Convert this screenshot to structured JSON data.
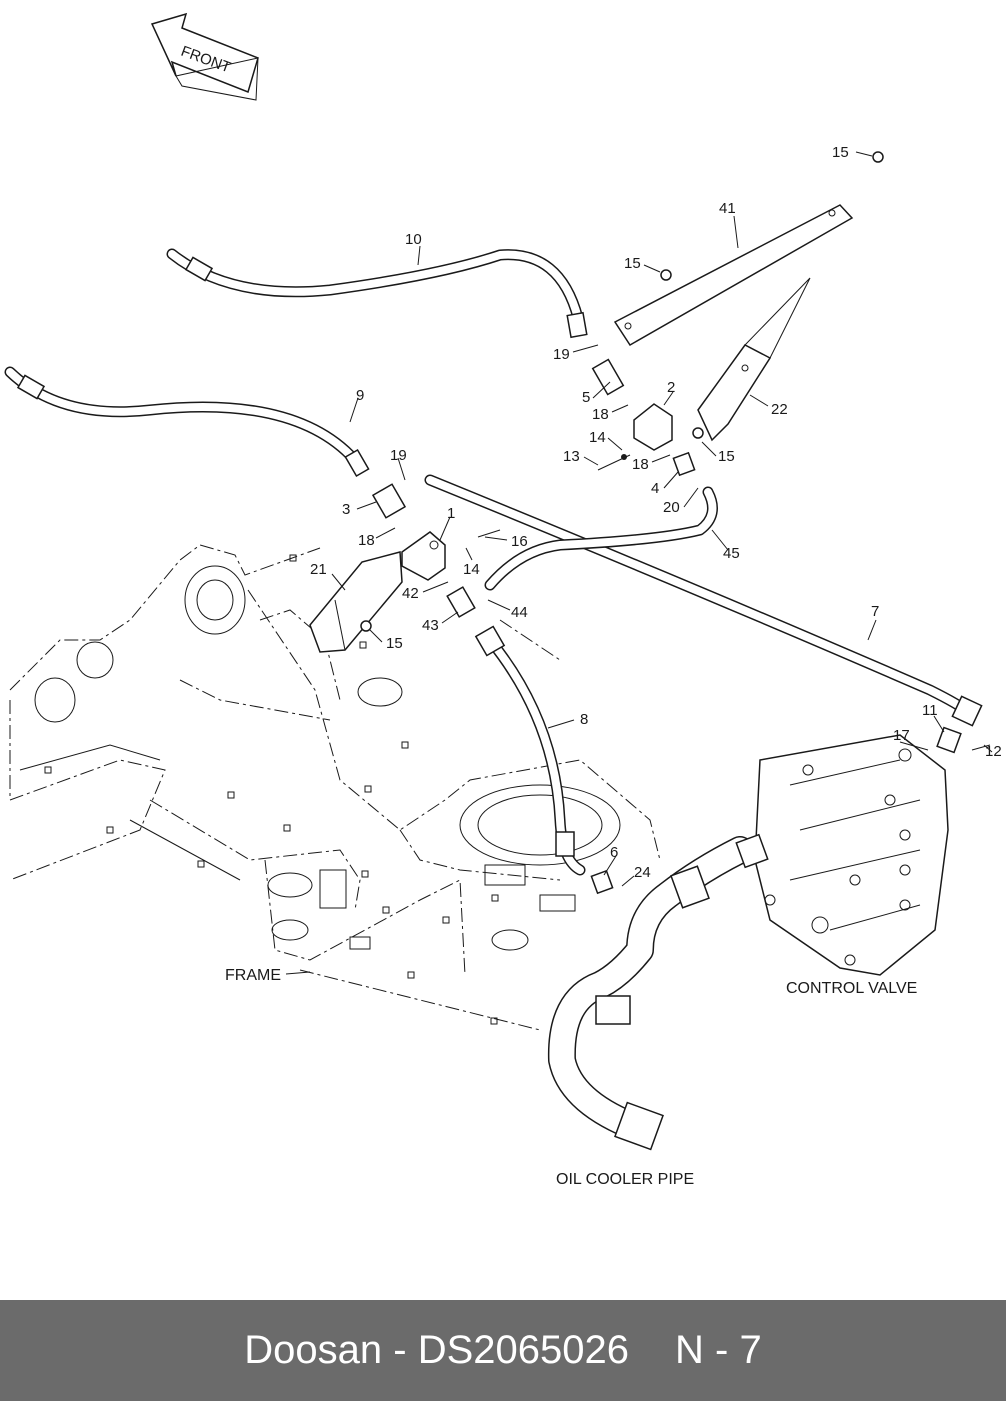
{
  "direction_arrow": {
    "label": "FRONT"
  },
  "callouts": [
    "1",
    "2",
    "3",
    "4",
    "5",
    "6",
    "7",
    "8",
    "9",
    "10",
    "11",
    "12",
    "13",
    "14",
    "14",
    "15",
    "15",
    "15",
    "15",
    "16",
    "17",
    "18",
    "18",
    "18",
    "19",
    "19",
    "20",
    "21",
    "22",
    "24",
    "41",
    "42",
    "43",
    "44",
    "45"
  ],
  "captions": {
    "frame": "FRAME",
    "control_valve": "CONTROL VALVE",
    "oil_cooler_pipe": "OIL COOLER PIPE"
  },
  "footer": {
    "brand_part": "Doosan - DS2065026",
    "page_ref": "N - 7"
  },
  "colors": {
    "footer_bg": "#6b6b6b",
    "line": "#1a1a1a",
    "background": "#ffffff"
  }
}
